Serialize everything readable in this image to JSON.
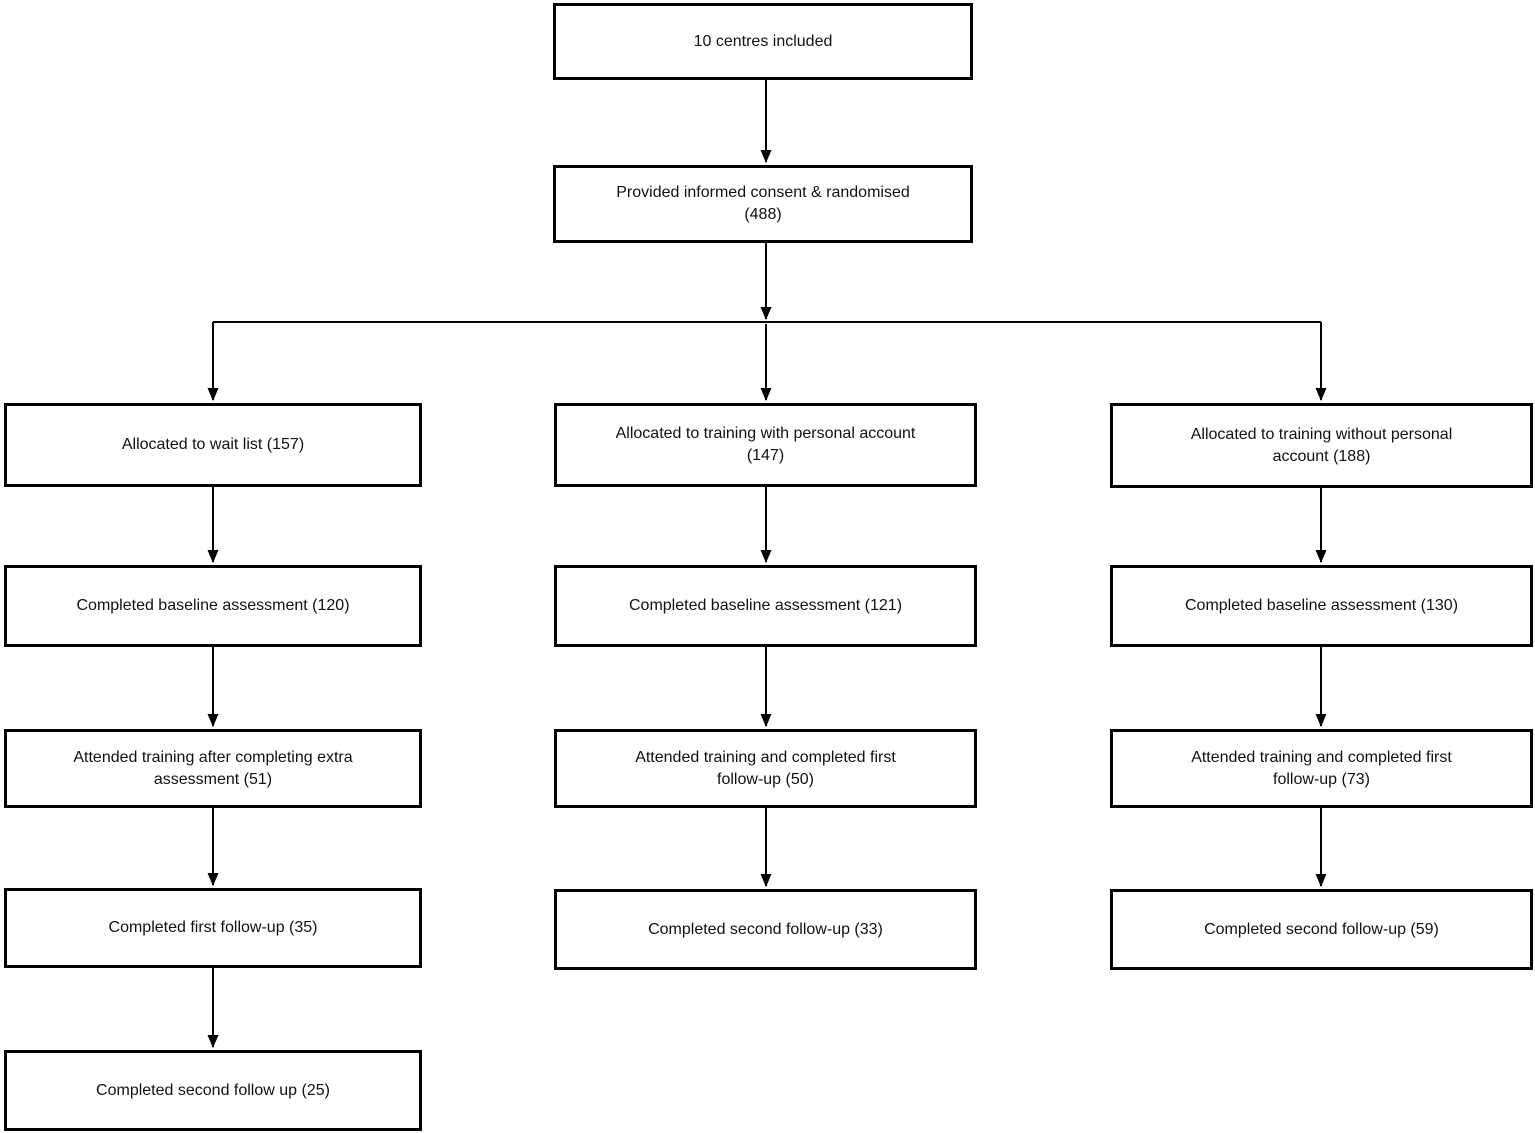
{
  "colors": {
    "background": "#ffffff",
    "box_border": "#000000",
    "arrow": "#000000",
    "text": "#111111"
  },
  "flowchart": {
    "type": "consort-flow-diagram",
    "start": {
      "lines": [
        "10 centres included"
      ]
    },
    "consent": {
      "lines": [
        "Provided informed consent & randomised",
        "(488)"
      ]
    },
    "columns": [
      {
        "id": "wait-list",
        "boxes": [
          {
            "lines": [
              "Allocated to wait list (157)"
            ]
          },
          {
            "lines": [
              "Completed baseline assessment (120)"
            ]
          },
          {
            "lines": [
              "Attended training after completing extra",
              "assessment (51)"
            ]
          },
          {
            "lines": [
              "Completed first follow-up (35)"
            ]
          },
          {
            "lines": [
              "Completed second follow up (25)"
            ]
          }
        ]
      },
      {
        "id": "training-with-personal-account",
        "boxes": [
          {
            "lines": [
              "Allocated to training with personal account",
              "(147)"
            ]
          },
          {
            "lines": [
              "Completed baseline assessment (121)"
            ]
          },
          {
            "lines": [
              "Attended training and completed first",
              "follow-up (50)"
            ]
          },
          {
            "lines": [
              "Completed second follow-up (33)"
            ]
          }
        ]
      },
      {
        "id": "training-without-personal-account",
        "boxes": [
          {
            "lines": [
              "Allocated to training without personal",
              "account (188)"
            ]
          },
          {
            "lines": [
              "Completed baseline assessment (130)"
            ]
          },
          {
            "lines": [
              "Attended training and completed first",
              "follow-up (73)"
            ]
          },
          {
            "lines": [
              "Completed second follow-up (59)"
            ]
          }
        ]
      }
    ]
  }
}
